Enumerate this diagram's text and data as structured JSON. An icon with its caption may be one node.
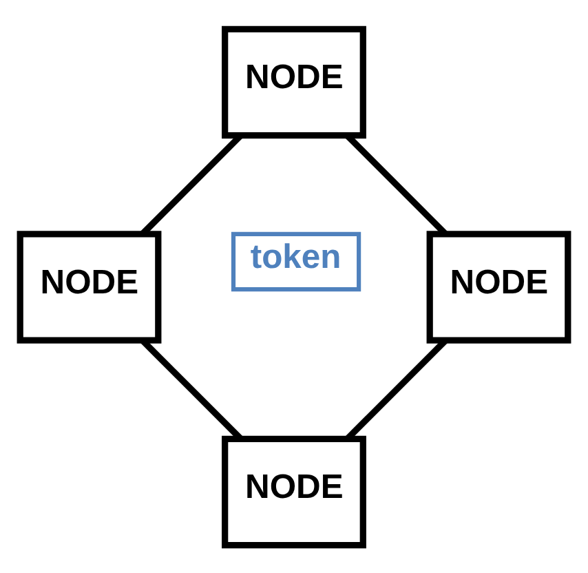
{
  "diagram": {
    "nodes": [
      {
        "text": [
          "NODE"
        ]
      },
      {
        "text": [
          "token"
        ]
      },
      {
        "text": [
          "NODE"
        ]
      },
      {
        "text": [
          "NODE"
        ]
      },
      {
        "text": [
          "NODE"
        ]
      }
    ],
    "edges": [
      {
        "from": 0,
        "to": 3,
        "arrow": "none"
      },
      {
        "from": 3,
        "to": 4,
        "arrow": "none"
      },
      {
        "from": 4,
        "to": 2,
        "arrow": "none"
      },
      {
        "from": 2,
        "to": 0,
        "arrow": "none"
      }
    ]
  }
}
